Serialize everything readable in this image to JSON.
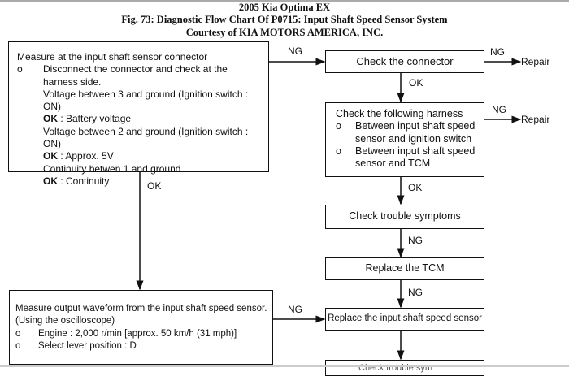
{
  "header": {
    "line1": "2005 Kia Optima EX",
    "line2": "Fig. 73: Diagnostic Flow Chart Of P0715: Input Shaft Speed Sensor System",
    "line3": "Courtesy of KIA MOTORS AMERICA, INC."
  },
  "box1": {
    "title": "Measure at the input shaft sensor connector",
    "bullet": "o",
    "item": "Disconnect the connector and check at the harness side.",
    "l1": "Voltage between 3 and ground (Ignition switch : ON)",
    "ok1_label": "OK",
    "ok1": " : Battery voltage",
    "l2": "Voltage between 2 and ground (Ignition switch : ON)",
    "ok2_label": "OK",
    "ok2": " : Approx. 5V",
    "l3": "Continuity betwen 1 and ground",
    "ok3_label": "OK",
    "ok3": " : Continuity"
  },
  "box_connector": "Check the connector",
  "box_harness": {
    "title": "Check the following harness",
    "bullet": "o",
    "items": [
      "Between input shaft speed sensor and ignition switch",
      "Between input shaft speed sensor and TCM"
    ]
  },
  "box_trouble": "Check trouble symptoms",
  "box_tcm": "Replace the TCM",
  "box_replace_sensor": "Replace the input shaft speed sensor",
  "box4": {
    "title": "Measure output waveform from the input shaft speed sensor.",
    "sub": "(Using the oscilloscope)",
    "bullet": "o",
    "items": [
      "Engine : 2,000 r/min [approx. 50 km/h (31 mph)]",
      "Select lever position : D"
    ]
  },
  "box_bottom_partial": "Check trouble sym",
  "labels": {
    "ng": "NG",
    "ok": "OK",
    "repair": "Repair"
  }
}
